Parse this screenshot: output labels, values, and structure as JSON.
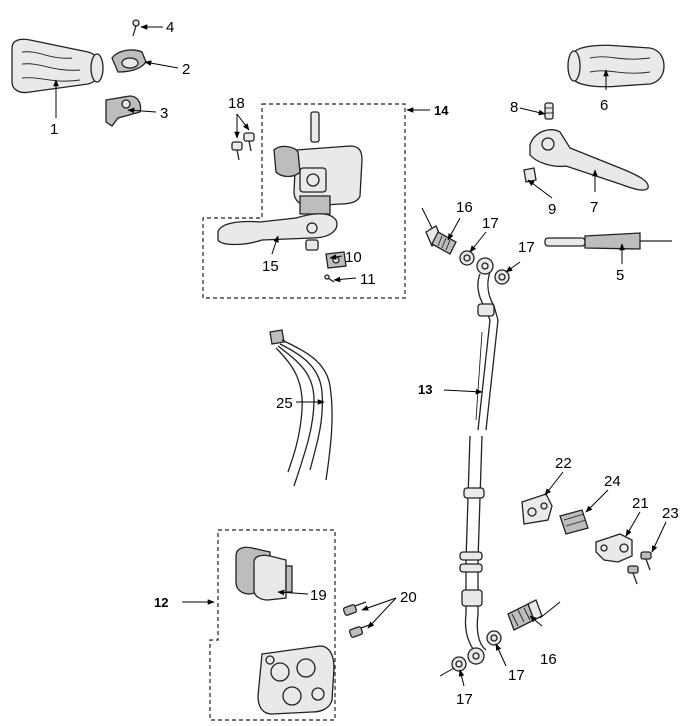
{
  "callouts": [
    {
      "id": "c1",
      "text": "1"
    },
    {
      "id": "c2",
      "text": "2"
    },
    {
      "id": "c3",
      "text": "3"
    },
    {
      "id": "c4",
      "text": "4"
    },
    {
      "id": "c5",
      "text": "5"
    },
    {
      "id": "c6",
      "text": "6"
    },
    {
      "id": "c7",
      "text": "7"
    },
    {
      "id": "c8",
      "text": "8"
    },
    {
      "id": "c9",
      "text": "9"
    },
    {
      "id": "c10",
      "text": "10"
    },
    {
      "id": "c11",
      "text": "11"
    },
    {
      "id": "c12",
      "text": "12"
    },
    {
      "id": "c13",
      "text": "13"
    },
    {
      "id": "c14",
      "text": "14"
    },
    {
      "id": "c15",
      "text": "15"
    },
    {
      "id": "c16a",
      "text": "16"
    },
    {
      "id": "c16b",
      "text": "16"
    },
    {
      "id": "c17a",
      "text": "17"
    },
    {
      "id": "c17b",
      "text": "17"
    },
    {
      "id": "c17c",
      "text": "17"
    },
    {
      "id": "c17d",
      "text": "17"
    },
    {
      "id": "c18",
      "text": "18"
    },
    {
      "id": "c19",
      "text": "19"
    },
    {
      "id": "c20",
      "text": "20"
    },
    {
      "id": "c21",
      "text": "21"
    },
    {
      "id": "c22",
      "text": "22"
    },
    {
      "id": "c23",
      "text": "23"
    },
    {
      "id": "c24",
      "text": "24"
    },
    {
      "id": "c25",
      "text": "25"
    }
  ]
}
